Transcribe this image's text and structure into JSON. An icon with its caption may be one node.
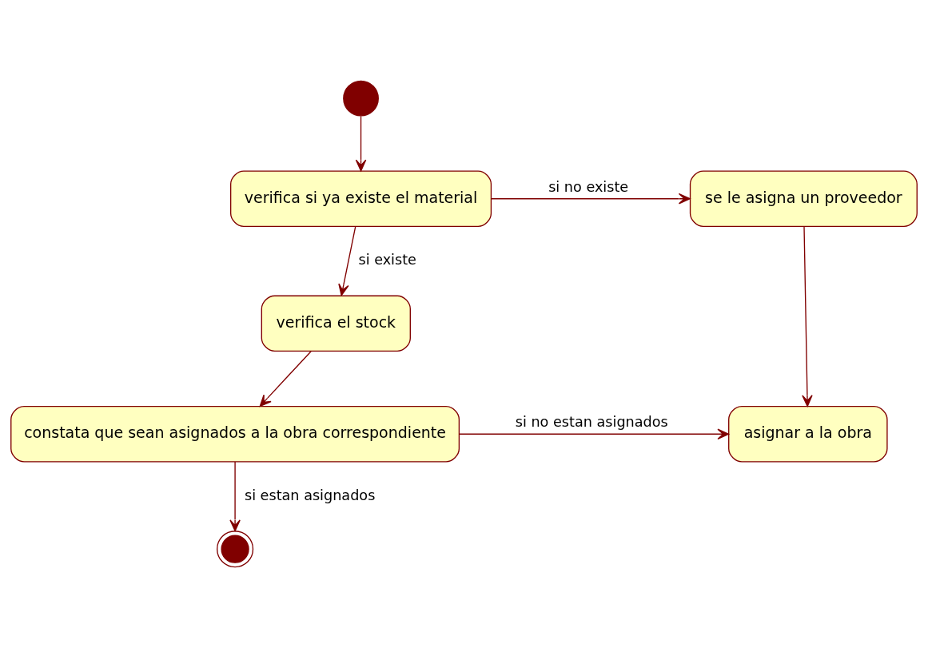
{
  "diagram": {
    "nodes": [
      {
        "text": [],
        "shape": "circle"
      },
      {
        "text": [
          "verifica si ya existe el material"
        ]
      },
      {
        "text": [
          "se le asigna un proveedor"
        ]
      },
      {
        "text": [
          "verifica el stock"
        ]
      },
      {
        "text": [
          "constata que sean asignados a la obra correspondiente"
        ]
      },
      {
        "text": [
          "asignar a la obra"
        ]
      },
      {
        "text": [],
        "shape": "bullseye"
      }
    ],
    "edges": [
      {
        "from": 0,
        "to": 1,
        "arrow": "to"
      },
      {
        "from": 1,
        "to": 2,
        "arrow": "to",
        "label": "si no existe"
      },
      {
        "from": 1,
        "to": 3,
        "arrow": "to",
        "label": "si existe"
      },
      {
        "from": 3,
        "to": 4,
        "arrow": "to"
      },
      {
        "from": 4,
        "to": 5,
        "arrow": "to",
        "label": "si no estan asignados"
      },
      {
        "from": 2,
        "to": 5,
        "arrow": "to"
      },
      {
        "from": 4,
        "to": 6,
        "arrow": "to",
        "label": "si estan asignados"
      }
    ]
  }
}
